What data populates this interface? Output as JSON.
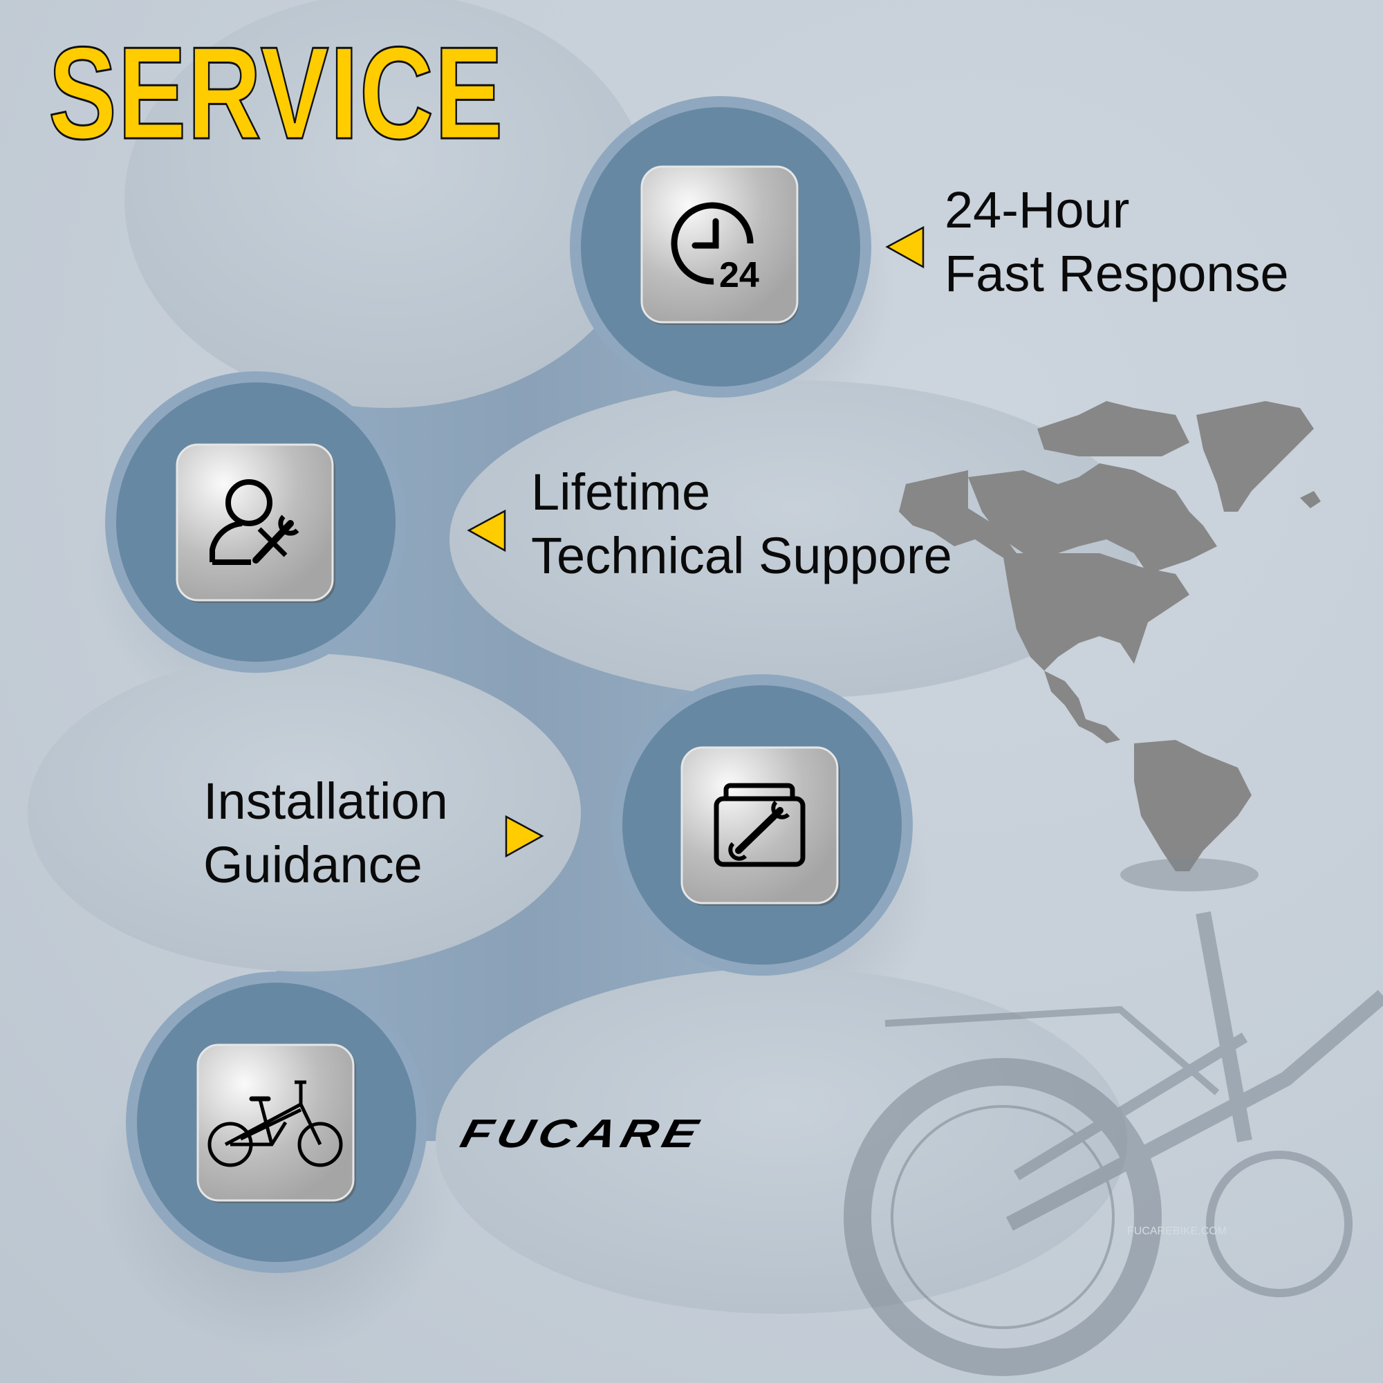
{
  "title": "SERVICE",
  "brand": "FUCARE",
  "colors": {
    "background": "#cbd3dc",
    "title_fill": "#ffcc00",
    "arrow": "#ffcc00",
    "circle_outer": "#8fa8bf",
    "circle_inner": "#6688a3",
    "map": "#878787",
    "text": "#0a0a0a"
  },
  "services": [
    {
      "icon": "clock-24-icon",
      "line1": "24-Hour",
      "line2": "Fast Response",
      "arrow": "left"
    },
    {
      "icon": "person-wrench-icon",
      "line1": "Lifetime",
      "line2": "Technical Suppore",
      "arrow": "left"
    },
    {
      "icon": "toolbox-wrench-icon",
      "line1": "Installation",
      "line2": "Guidance",
      "arrow": "right"
    },
    {
      "icon": "bicycle-icon",
      "line1": "",
      "line2": "",
      "arrow": ""
    }
  ],
  "background_images": {
    "map": "north-america-map",
    "bike": "ebike-rear-photo",
    "bike_frame_text": "FUCAREBIKE.COM"
  }
}
